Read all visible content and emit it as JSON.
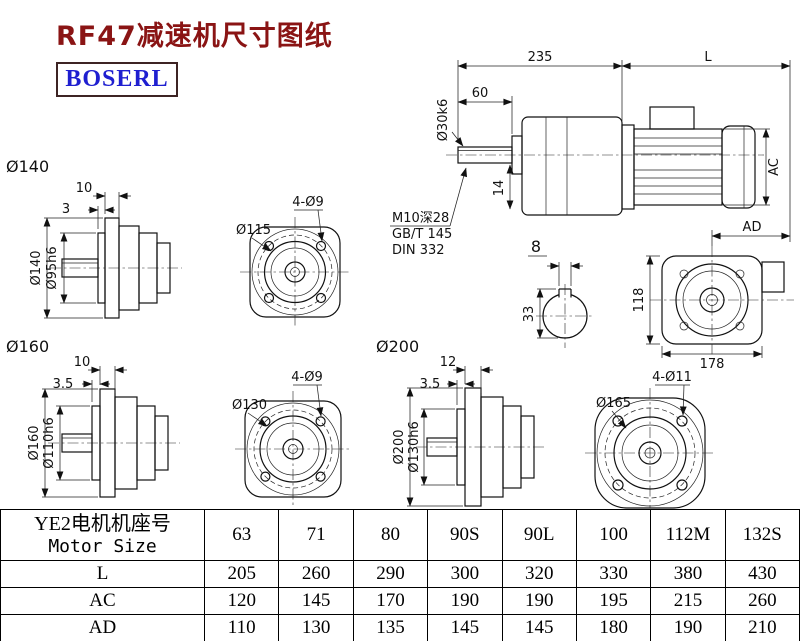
{
  "page": {
    "title": "RF47减速机尺寸图纸",
    "logo": "BOSERL",
    "title_color": "#8a1414",
    "logo_color": "#1f1fd0"
  },
  "side_view": {
    "dim_width": "235",
    "dim_length": "L",
    "dim_shaft_len": "60",
    "shaft_dia": "Ø30k6",
    "dim_ac": "AC",
    "dim_14": "14",
    "tap_spec": "M10深28",
    "tap_std1": "GB/T 145",
    "tap_std2": "DIN 332",
    "key_width": "8",
    "key_height": "33"
  },
  "rear_view": {
    "dim_ad": "AD",
    "dim_height": "118",
    "dim_width": "178"
  },
  "flange_140": {
    "label": "Ø140",
    "dim_thickness": "10",
    "dim_lip": "3",
    "outer_dia": "Ø140",
    "spigot_dia": "Ø95h6",
    "holes": "4-Ø9",
    "bolt_circle": "Ø115"
  },
  "flange_160": {
    "label": "Ø160",
    "dim_thickness": "10",
    "dim_lip": "3.5",
    "outer_dia": "Ø160",
    "spigot_dia": "Ø110h6",
    "holes": "4-Ø9",
    "bolt_circle": "Ø130"
  },
  "flange_200": {
    "label": "Ø200",
    "dim_thickness": "12",
    "dim_lip": "3.5",
    "outer_dia": "Ø200",
    "spigot_dia": "Ø130h6",
    "holes": "4-Ø11",
    "bolt_circle": "Ø165"
  },
  "table": {
    "motor_label_cn": "YE2电机机座号",
    "motor_label_en": "Motor Size",
    "sizes": [
      "63",
      "71",
      "80",
      "90S",
      "90L",
      "100",
      "112M",
      "132S"
    ],
    "rows": [
      {
        "label": "L",
        "values": [
          "205",
          "260",
          "290",
          "300",
          "320",
          "330",
          "380",
          "430"
        ]
      },
      {
        "label": "AC",
        "values": [
          "120",
          "145",
          "170",
          "190",
          "190",
          "195",
          "215",
          "260"
        ]
      },
      {
        "label": "AD",
        "values": [
          "110",
          "130",
          "135",
          "145",
          "145",
          "180",
          "190",
          "210"
        ]
      }
    ]
  }
}
